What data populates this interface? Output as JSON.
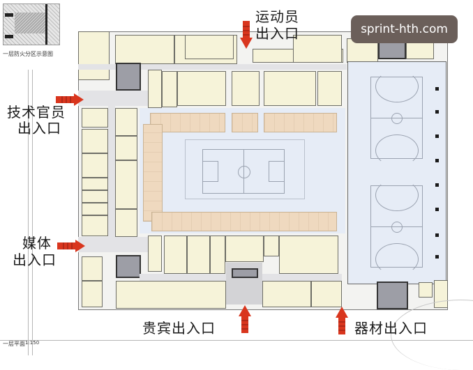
{
  "watermark": {
    "text": "sprint-hth.com"
  },
  "key_plan": {
    "caption": "一层防火分区示意图"
  },
  "plan_title": {
    "title": "一层平面",
    "scale": "1:150"
  },
  "entrances": [
    {
      "id": "athletes",
      "line1": "运动员",
      "line2": "出入口",
      "arrow": "down"
    },
    {
      "id": "technical_officials",
      "line1": "技术官员",
      "line2": "出入口",
      "arrow": "right"
    },
    {
      "id": "media",
      "line1": "媒体",
      "line2": "出入口",
      "arrow": "right"
    },
    {
      "id": "vip",
      "line1": "贵宾出入口",
      "arrow": "up"
    },
    {
      "id": "equipment",
      "line1": "器材出入口",
      "arrow": "up"
    }
  ],
  "zones": {
    "main_arena": "main competition hall with basketball court and wooden seating stands",
    "training_hall": "training hall with two basketball courts"
  },
  "colors": {
    "room_fill": "#f6f3d9",
    "corridor_fill": "#e3e3e6",
    "hall_floor": "#e6ecf6",
    "stand_wood": "#efd9bf",
    "service_gray": "#9d9ea6",
    "arrow_red": "#d9361e",
    "watermark_bg": "#6b5f5a"
  }
}
